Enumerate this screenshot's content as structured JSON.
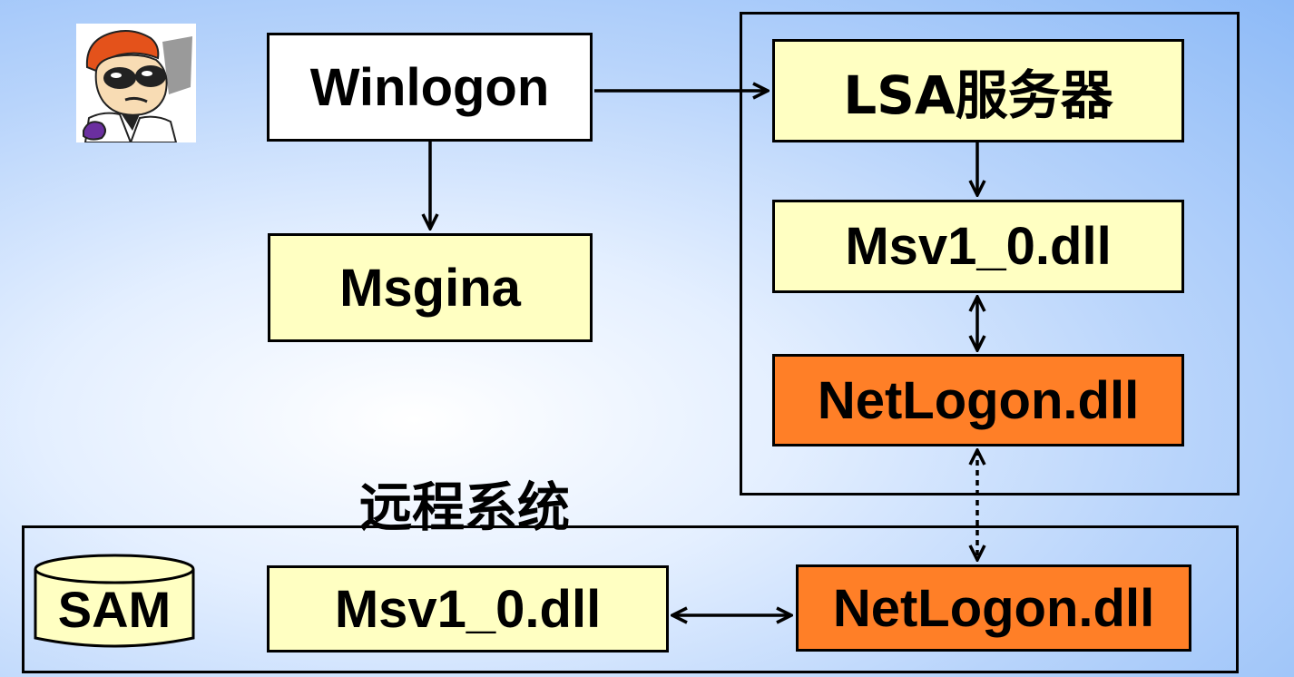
{
  "colors": {
    "yellow_box": "#ffffc2",
    "white_box": "#ffffff",
    "orange_box": "#ff7f27",
    "outline": "#000000"
  },
  "nodes": {
    "winlogon": "Winlogon",
    "msgina": "Msgina",
    "lsa_server": "LSA服务器",
    "msv_local": "Msv1_0.dll",
    "netlogon_local": "NetLogon.dll",
    "sam": "SAM",
    "msv_remote": "Msv1_0.dll",
    "netlogon_remote": "NetLogon.dll"
  },
  "labels": {
    "remote_system": "远程系统"
  },
  "icons": {
    "avatar": "cartoon-scientist-icon"
  }
}
